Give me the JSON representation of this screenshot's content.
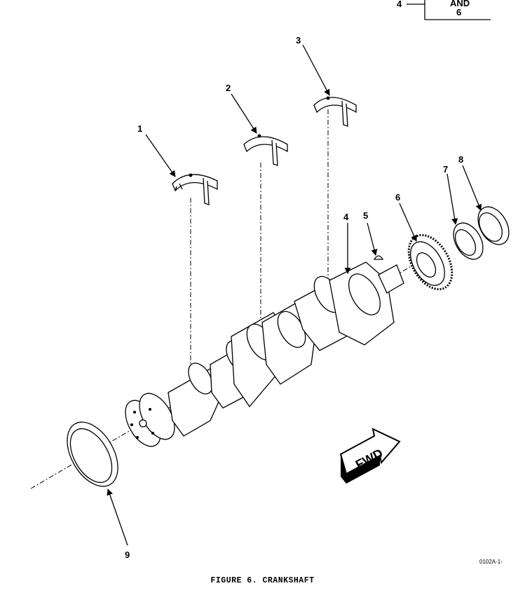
{
  "figure": {
    "caption": "FIGURE 6. CRANKSHAFT",
    "drawing_id": "0102A-1-",
    "fwd_label": "FWD"
  },
  "ref_note": {
    "item": "4",
    "line1": "AND",
    "line2": "6"
  },
  "callouts": [
    {
      "id": "1",
      "label": "1"
    },
    {
      "id": "2",
      "label": "2"
    },
    {
      "id": "3",
      "label": "3"
    },
    {
      "id": "4",
      "label": "4"
    },
    {
      "id": "5",
      "label": "5"
    },
    {
      "id": "6",
      "label": "6"
    },
    {
      "id": "7",
      "label": "7"
    },
    {
      "id": "8",
      "label": "8"
    },
    {
      "id": "9",
      "label": "9"
    }
  ]
}
